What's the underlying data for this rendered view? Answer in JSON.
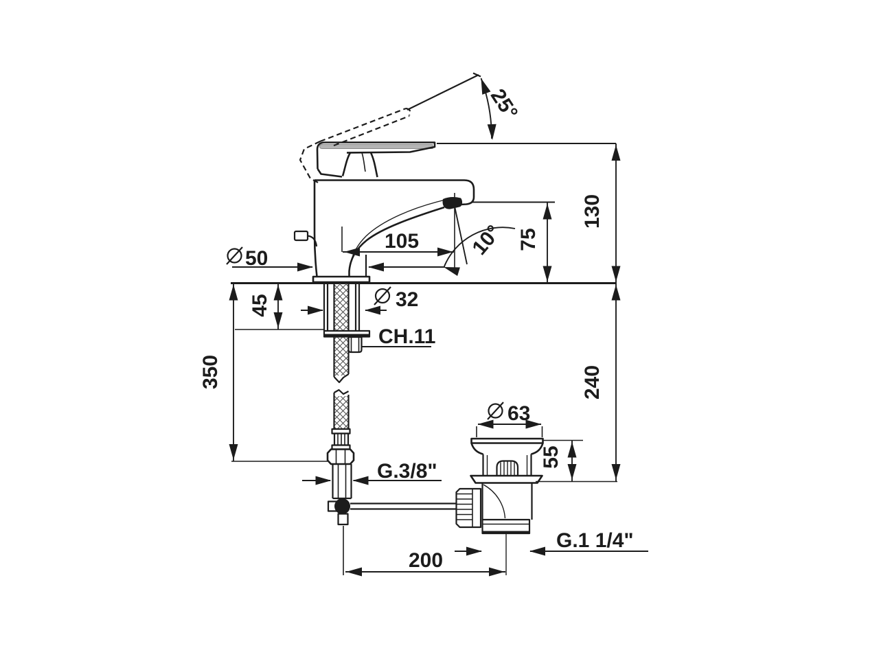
{
  "drawing": {
    "kind": "technical-dimension-drawing",
    "subject": "single-lever basin mixer with pop-up waste",
    "colors": {
      "ink": "#1c1c1c",
      "background": "#ffffff",
      "handle_fill": "#b5b5b5"
    },
    "labels": {
      "handle_angle": "25°",
      "stream_angle": "10°",
      "spout_reach": "105",
      "spout_height": "75",
      "height_above_deck": "130",
      "base_diameter_value": "50",
      "shank_diameter_value": "32",
      "deck_max_thickness": "45",
      "hose_length": "350",
      "nut_wrench_size": "CH.11",
      "height_below_deck": "240",
      "waste_cap_diameter_value": "63",
      "waste_top_height": "55",
      "hose_thread": "G.3/8\"",
      "rod_to_waste_distance": "200",
      "waste_thread": "G.1 1/4\"",
      "diameter_symbol_meaning": "circle-slash diameter symbol"
    }
  }
}
